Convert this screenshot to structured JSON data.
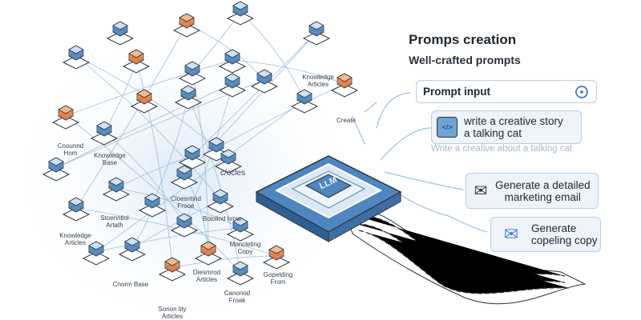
{
  "header": {
    "title": "Promps creation",
    "subtitle": "Well-crafted prompts"
  },
  "prompt_input": {
    "label": "Prompt input",
    "icon": "settings-icon"
  },
  "cards": [
    {
      "text": "write a creative story a talking cat",
      "lines": [
        "write a creative story",
        "a talking cat"
      ],
      "icon": "code-icon"
    },
    {
      "text": "Generate a detailed marketing email",
      "lines": [
        "Generate a detailed",
        "marketing email"
      ],
      "icon": "email-network-icon"
    },
    {
      "text": "Generate copeling copy",
      "lines": [
        "Generate",
        "copeling copy"
      ],
      "icon": "envelope-chat-icon"
    }
  ],
  "ghost_text": "Write a creative about a talking cat",
  "chip": {
    "label": "LLM"
  },
  "cycles_label": "c/ocles",
  "node_labels": [
    "Knowledge Articles",
    "Create",
    "Cnounnd Hom",
    "Knowledge Base",
    "Cloesntind Frooe",
    "Stoenntiol Artath",
    "Boiolind hrow",
    "Knowledge Articles",
    "Moncleting Copy",
    "Cnorm Base",
    "Diesmrod Articles",
    "Canonod Froak",
    "Gopelding From",
    "Sonon lity Articles"
  ],
  "colors": {
    "accent_blue": "#4f86bf",
    "light_blue": "#a9c8e6",
    "orange": "#e0824a",
    "outline": "#2b3440",
    "card_bg": "#eef4fa"
  }
}
